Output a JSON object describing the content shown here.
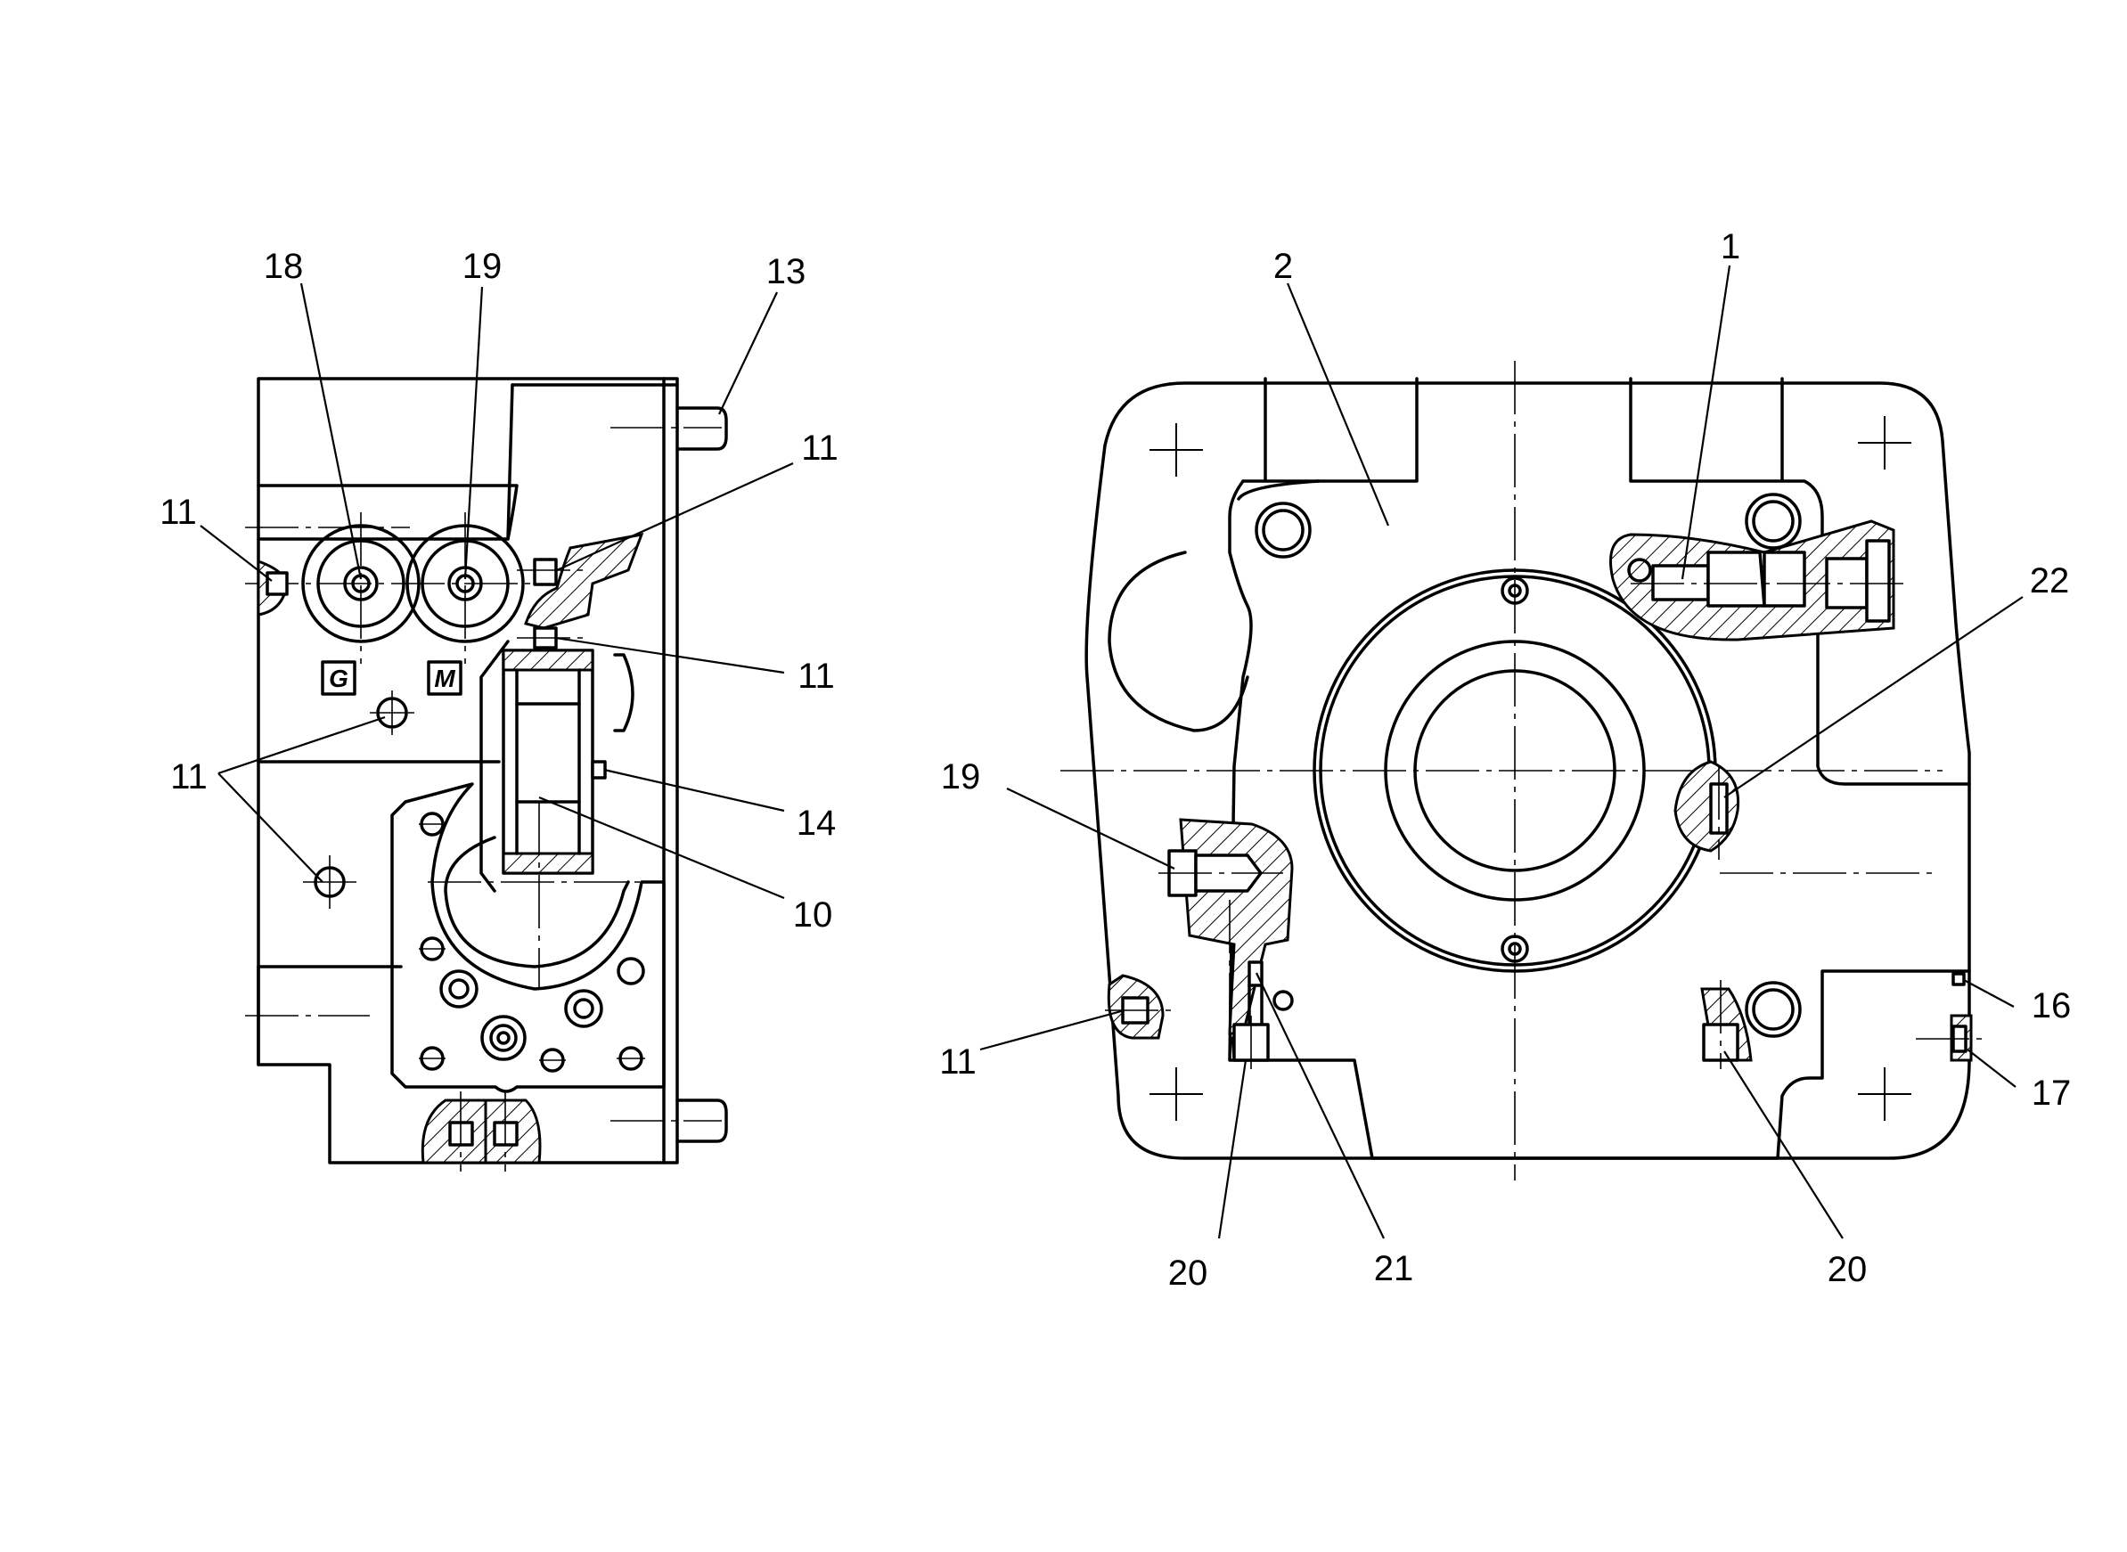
{
  "callouts": {
    "left": {
      "n18": "18",
      "n19": "19",
      "n13": "13",
      "n11_top_left": "11",
      "n11_top_right": "11",
      "n11_mid_right": "11",
      "n11_lower_left": "11",
      "n14": "14",
      "n10": "10"
    },
    "right": {
      "n2": "2",
      "n1": "1",
      "n22": "22",
      "n19": "19",
      "n11": "11",
      "n16": "16",
      "n17": "17",
      "n20_left": "20",
      "n21": "21",
      "n20_right": "20"
    }
  },
  "port_labels": {
    "g": "G",
    "m": "M"
  }
}
